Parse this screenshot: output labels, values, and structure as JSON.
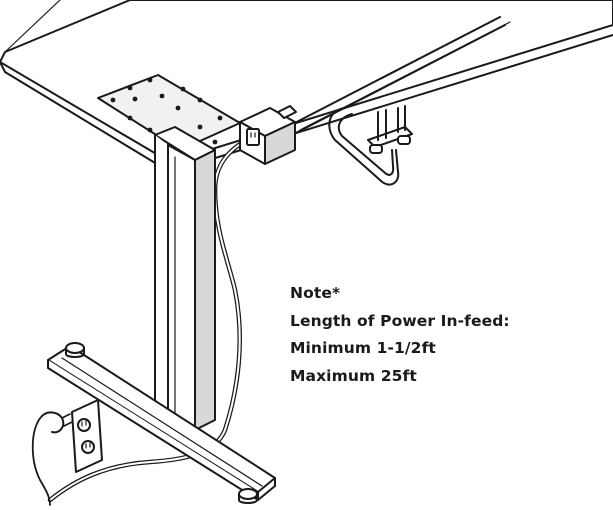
{
  "note": {
    "heading": "Note*",
    "lines": [
      "Length of Power In-feed:",
      "Minimum 1-1/2ft",
      "Maximum 25ft"
    ]
  },
  "colors": {
    "stroke": "#1a1a1a",
    "fill": "#ffffff",
    "panel": "#f1f1f1",
    "shade": "#d8d8d8"
  },
  "icons": [
    "power-outlet-icon",
    "wall-outlet-icon",
    "power-plug-icon"
  ]
}
